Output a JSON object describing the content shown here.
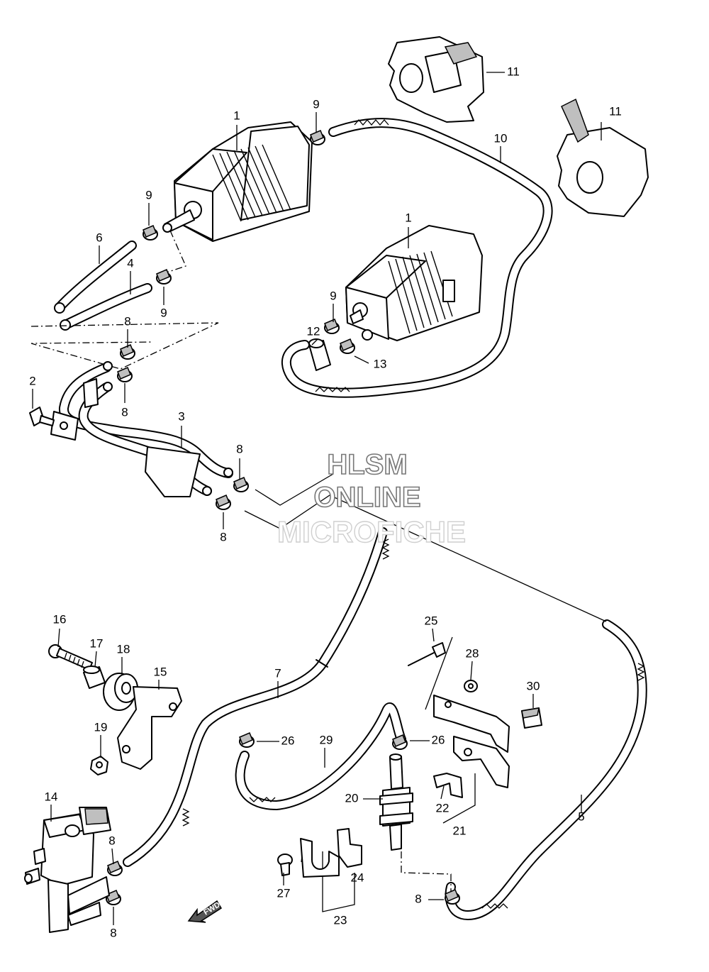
{
  "watermark": {
    "line1": "HLSM",
    "line2": "ONLINE",
    "line3": "MICROFICHE"
  },
  "direction_label": "FWD",
  "callouts": [
    "1",
    "1",
    "2",
    "3",
    "4",
    "5",
    "6",
    "7",
    "8",
    "8",
    "8",
    "8",
    "8",
    "8",
    "8",
    "9",
    "9",
    "9",
    "9",
    "10",
    "11",
    "11",
    "12",
    "13",
    "14",
    "15",
    "16",
    "17",
    "18",
    "19",
    "20",
    "21",
    "22",
    "23",
    "24",
    "25",
    "26",
    "26",
    "27",
    "28",
    "29",
    "30"
  ]
}
